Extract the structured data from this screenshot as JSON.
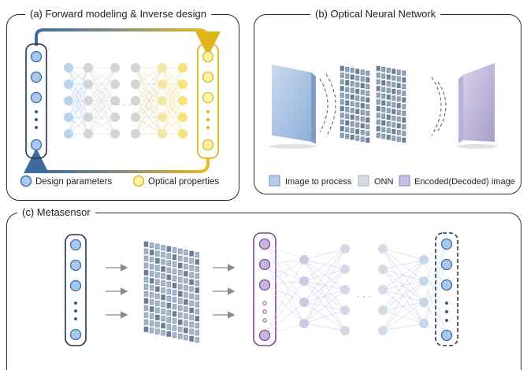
{
  "panel_a": {
    "title": "(a)  Forward modeling & Inverse design",
    "legend": {
      "design": "Design parameters",
      "optical": "Optical properties"
    },
    "ellipsis": "· · ·"
  },
  "panel_b": {
    "title": "(b)  Optical Neural Network",
    "legend": {
      "image": "Image to process",
      "onn": "ONN",
      "encoded": "Encoded(Decoded) image"
    }
  },
  "panel_c": {
    "title": "(c)  Metasensor",
    "ellipsis": "· · ·"
  },
  "colors": {
    "blue_node": "#a9c8ec",
    "blue_stroke": "#3a6ea8",
    "yellow_node": "#fdf3a6",
    "yellow_stroke": "#e0b51c",
    "gray_node": "#d5d5d5",
    "purple_node": "#c9b6df",
    "purple_stroke": "#7a4d96",
    "dark_frame": "#1f3553"
  }
}
